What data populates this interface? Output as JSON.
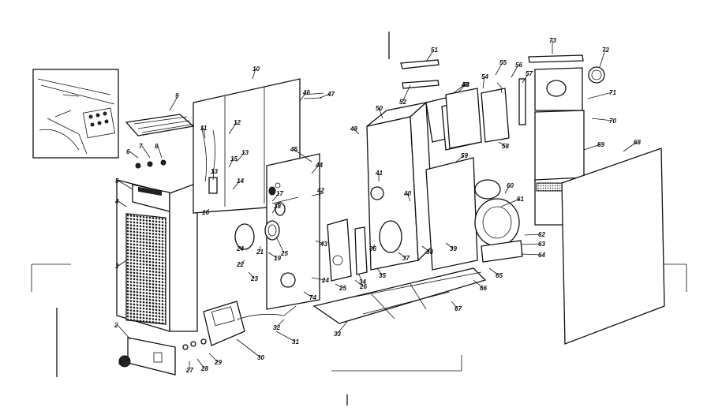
{
  "diagram": {
    "part_numbers": [
      "1",
      "2",
      "3",
      "4",
      "5",
      "6",
      "7",
      "8",
      "9",
      "10",
      "11",
      "12",
      "13",
      "13",
      "14",
      "15",
      "16",
      "17",
      "18",
      "19",
      "21",
      "22",
      "23",
      "24",
      "24",
      "25",
      "26",
      "27",
      "28",
      "29",
      "30",
      "31",
      "32",
      "33",
      "34",
      "35",
      "36",
      "37",
      "38",
      "39",
      "40",
      "41",
      "42",
      "43",
      "44",
      "45",
      "46",
      "47",
      "48",
      "49",
      "50",
      "51",
      "52",
      "53",
      "54",
      "55",
      "56",
      "57",
      "58",
      "59",
      "60",
      "61",
      "62",
      "63",
      "64",
      "65",
      "66",
      "67",
      "68",
      "69",
      "70",
      "71",
      "72",
      "73",
      "74",
      "25",
      "22"
    ]
  }
}
